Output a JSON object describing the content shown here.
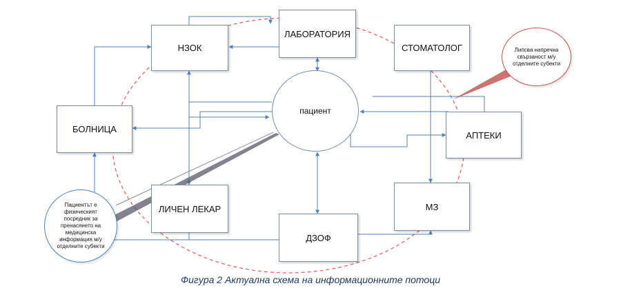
{
  "nodes": {
    "nzok": "НЗОК",
    "laboratory": "ЛАБОРАТОРИЯ",
    "dentist": "СТОМАТОЛОГ",
    "hospital": "БОЛНИЦА",
    "pharmacies": "АПТЕКИ",
    "gp": "ЛИЧЕН ЛЕКАР",
    "mz": "МЗ",
    "dzof": "ДЗОФ",
    "patient": "пациент"
  },
  "callouts": {
    "right": "Липсва напречна свързаност м/у отделните субекти",
    "left": "Пациентът е физическият посредник за пренасянето на медицинска информация м/у отделните субекти"
  },
  "caption": "Фигура  2 Актуална схема на информационните потоци",
  "colors": {
    "connector": "#4f81bd",
    "box_border": "#7a8aa8",
    "dashed_ellipse": "#e05a5a",
    "caption": "#1f3864"
  }
}
